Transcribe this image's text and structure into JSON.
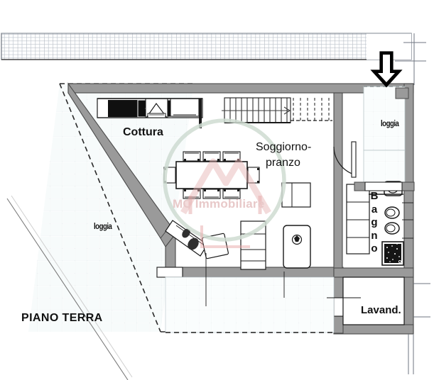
{
  "document": {
    "type": "floor-plan",
    "plan_title": "PIANO TERRA",
    "language": "it"
  },
  "rooms": [
    {
      "id": "cottura",
      "label": "Cottura",
      "kind": "kitchen"
    },
    {
      "id": "soggiorno",
      "label_line1": "Soggiorno-",
      "label_line2": "pranzo",
      "kind": "living-dining"
    },
    {
      "id": "loggia_r",
      "label": "loggia",
      "kind": "loggia"
    },
    {
      "id": "loggia_l",
      "label": "loggia",
      "kind": "loggia"
    },
    {
      "id": "bagno",
      "label": "Bagno",
      "letters": [
        "B",
        "a",
        "g",
        "n",
        "o"
      ],
      "kind": "bathroom"
    },
    {
      "id": "lavanderia",
      "label": "Lavand.",
      "kind": "laundry"
    }
  ],
  "labels": {
    "cottura": "Cottura",
    "soggiorno_line1": "Soggiorno-",
    "soggiorno_line2": "pranzo",
    "loggia_right": "loggia",
    "loggia_left": "loggia",
    "bagno_b": "B",
    "bagno_a": "a",
    "bagno_g": "g",
    "bagno_n": "n",
    "bagno_o": "o",
    "lavanderia": "Lavand.",
    "piano": "PIANO TERRA"
  },
  "watermark": {
    "text": "MC Immobiliare",
    "logo_shape": "house-roof-outline",
    "circle_color": "#cfdcd2",
    "text_color": "#e8c9c9",
    "logo_color": "#e0aeae"
  },
  "annotations": {
    "entrance_arrow": "down-arrow",
    "entrance_arrow_name": "entrance-arrow"
  },
  "colors": {
    "wall_fill": "#9a9a9a",
    "wall_stroke": "#4a4a4a",
    "floor_white": "#ffffff",
    "tile_line": "#ccd9dc",
    "tile_fill": "#f6fbfb",
    "hatch_line": "#9aa2ac",
    "furniture_stroke": "#1a1a1a",
    "appliance_dark": "#101010",
    "text": "#111111"
  },
  "features": {
    "staircase": "straight-run-with-overhead-dashed",
    "kitchen_counter": "linear-with-hood-and-appliances",
    "dining_table": "8-seat-rectangular",
    "bathroom_fixtures": [
      "sink",
      "toilet",
      "bidet",
      "shower"
    ],
    "doors": [
      "entry-door-swing",
      "bathroom-door-swing"
    ],
    "terrace_hatch": "grid-hatch-top-strip"
  }
}
